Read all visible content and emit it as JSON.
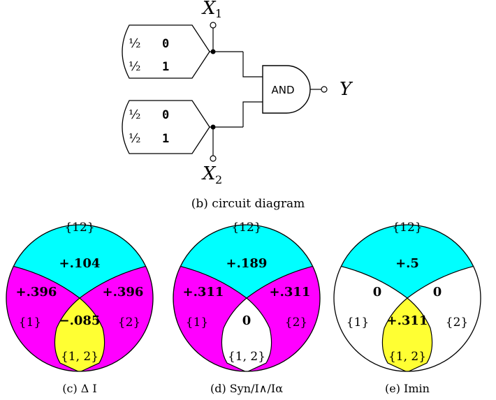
{
  "circuit": {
    "inputs": [
      {
        "label": "X",
        "subscript": "1",
        "rows": [
          {
            "prob": "½",
            "value": "0"
          },
          {
            "prob": "½",
            "value": "1"
          }
        ]
      },
      {
        "label": "X",
        "subscript": "2",
        "rows": [
          {
            "prob": "½",
            "value": "0"
          },
          {
            "prob": "½",
            "value": "1"
          }
        ]
      }
    ],
    "gate_label": "AND",
    "output_label": "Y",
    "caption": "(b) circuit diagram"
  },
  "panels": [
    {
      "caption": "(c) Δ I",
      "colors": {
        "top": "#00ffff",
        "left": "#ff00ff",
        "right": "#ff00ff",
        "middle": "#ffff33"
      },
      "region_labels": {
        "top": "{12}",
        "left": "{1}",
        "right": "{2}",
        "bottom": "{1, 2}"
      },
      "values": {
        "top": "+.104",
        "left": "+.396",
        "right": "+.396",
        "middle": "−.085"
      }
    },
    {
      "caption": "(d) Syn/I∧/Iα",
      "colors": {
        "top": "#00ffff",
        "left": "#ff00ff",
        "right": "#ff00ff",
        "middle": "#ffffff"
      },
      "region_labels": {
        "top": "{12}",
        "left": "{1}",
        "right": "{2}",
        "bottom": "{1, 2}"
      },
      "values": {
        "top": "+.189",
        "left": "+.311",
        "right": "+.311",
        "middle": "0"
      }
    },
    {
      "caption": "(e) Imin",
      "colors": {
        "top": "#00ffff",
        "left": "#ffffff",
        "right": "#ffffff",
        "middle": "#ffff33"
      },
      "region_labels": {
        "top": "{12}",
        "left": "{1}",
        "right": "{2}",
        "bottom": "{1, 2}"
      },
      "values": {
        "top": "+.5",
        "left": "0",
        "right": "0",
        "middle": "+.311"
      }
    }
  ]
}
